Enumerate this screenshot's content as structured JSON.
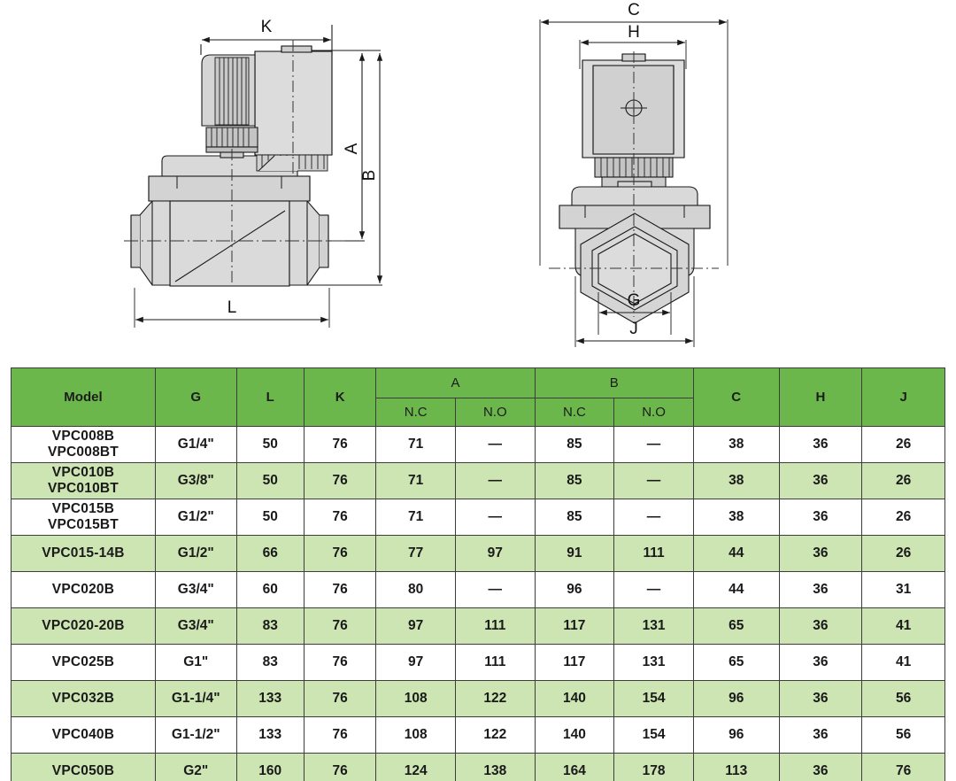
{
  "drawings": {
    "left_view": {
      "name": "side-section-view",
      "dimension_labels": [
        "K",
        "A",
        "B",
        "L"
      ]
    },
    "right_view": {
      "name": "front-view",
      "dimension_labels": [
        "C",
        "H",
        "G",
        "J"
      ]
    }
  },
  "table": {
    "columns": {
      "model": "Model",
      "g": "G",
      "l": "L",
      "k": "K",
      "a": "A",
      "b": "B",
      "c": "C",
      "h": "H",
      "j": "J",
      "nc": "N.C",
      "no": "N.O"
    },
    "rows": [
      {
        "model_line1": "VPC008B",
        "model_line2": "VPC008BT",
        "g": "G1/4\"",
        "l": "50",
        "k": "76",
        "a_nc": "71",
        "a_no": "—",
        "b_nc": "85",
        "b_no": "—",
        "c": "38",
        "h": "36",
        "j": "26"
      },
      {
        "model_line1": "VPC010B",
        "model_line2": "VPC010BT",
        "g": "G3/8\"",
        "l": "50",
        "k": "76",
        "a_nc": "71",
        "a_no": "—",
        "b_nc": "85",
        "b_no": "—",
        "c": "38",
        "h": "36",
        "j": "26"
      },
      {
        "model_line1": "VPC015B",
        "model_line2": "VPC015BT",
        "g": "G1/2\"",
        "l": "50",
        "k": "76",
        "a_nc": "71",
        "a_no": "—",
        "b_nc": "85",
        "b_no": "—",
        "c": "38",
        "h": "36",
        "j": "26"
      },
      {
        "model_line1": "VPC015-14B",
        "model_line2": "",
        "g": "G1/2\"",
        "l": "66",
        "k": "76",
        "a_nc": "77",
        "a_no": "97",
        "b_nc": "91",
        "b_no": "111",
        "c": "44",
        "h": "36",
        "j": "26"
      },
      {
        "model_line1": "VPC020B",
        "model_line2": "",
        "g": "G3/4\"",
        "l": "60",
        "k": "76",
        "a_nc": "80",
        "a_no": "—",
        "b_nc": "96",
        "b_no": "—",
        "c": "44",
        "h": "36",
        "j": "31"
      },
      {
        "model_line1": "VPC020-20B",
        "model_line2": "",
        "g": "G3/4\"",
        "l": "83",
        "k": "76",
        "a_nc": "97",
        "a_no": "111",
        "b_nc": "117",
        "b_no": "131",
        "c": "65",
        "h": "36",
        "j": "41"
      },
      {
        "model_line1": "VPC025B",
        "model_line2": "",
        "g": "G1\"",
        "l": "83",
        "k": "76",
        "a_nc": "97",
        "a_no": "111",
        "b_nc": "117",
        "b_no": "131",
        "c": "65",
        "h": "36",
        "j": "41"
      },
      {
        "model_line1": "VPC032B",
        "model_line2": "",
        "g": "G1-1/4\"",
        "l": "133",
        "k": "76",
        "a_nc": "108",
        "a_no": "122",
        "b_nc": "140",
        "b_no": "154",
        "c": "96",
        "h": "36",
        "j": "56"
      },
      {
        "model_line1": "VPC040B",
        "model_line2": "",
        "g": "G1-1/2\"",
        "l": "133",
        "k": "76",
        "a_nc": "108",
        "a_no": "122",
        "b_nc": "140",
        "b_no": "154",
        "c": "96",
        "h": "36",
        "j": "56"
      },
      {
        "model_line1": "VPC050B",
        "model_line2": "",
        "g": "G2\"",
        "l": "160",
        "k": "76",
        "a_nc": "124",
        "a_no": "138",
        "b_nc": "164",
        "b_no": "178",
        "c": "113",
        "h": "36",
        "j": "76"
      }
    ]
  },
  "colors": {
    "header_green": "#6cb74c",
    "row_green": "#cde5b2",
    "border": "#3d3d3d",
    "drawing_line": "#1a1a1a",
    "drawing_fill": "#d8d8d8"
  }
}
